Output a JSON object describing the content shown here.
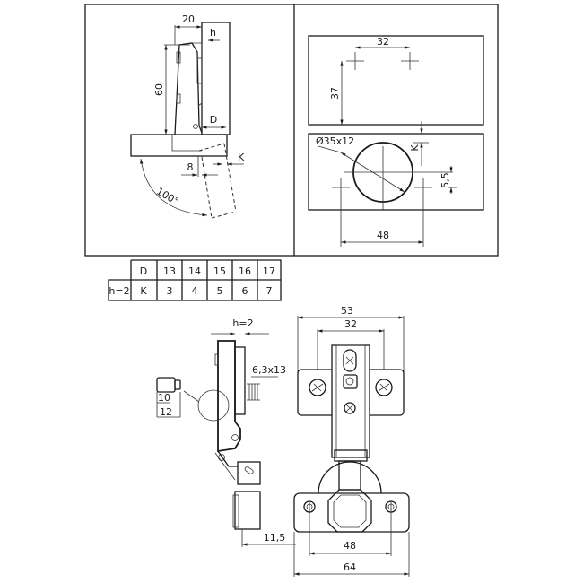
{
  "side_view": {
    "dim_width": "20",
    "dim_h": "h",
    "dim_height": "60",
    "dim_d": "D",
    "dim_8": "8",
    "dim_k": "K",
    "angle": "100°"
  },
  "drilling": {
    "dim_32": "32",
    "dim_37": "37",
    "cup_hole": "Ø35x12",
    "dim_k": "K",
    "dim_55": "5,5",
    "dim_48": "48"
  },
  "table": {
    "header": [
      "D",
      "13",
      "14",
      "15",
      "16",
      "17"
    ],
    "row_label": "h=2",
    "row": [
      "K",
      "3",
      "4",
      "5",
      "6",
      "7"
    ]
  },
  "hinge_side": {
    "dim_h": "h=2",
    "screw": "6,3x13",
    "dim_10": "10",
    "dim_12": "12",
    "dim_115": "11,5"
  },
  "hinge_front": {
    "dim_53": "53",
    "dim_32": "32",
    "dim_48": "48",
    "dim_64": "64"
  },
  "colors": {
    "line": "#1a1a1a",
    "background": "#ffffff"
  }
}
